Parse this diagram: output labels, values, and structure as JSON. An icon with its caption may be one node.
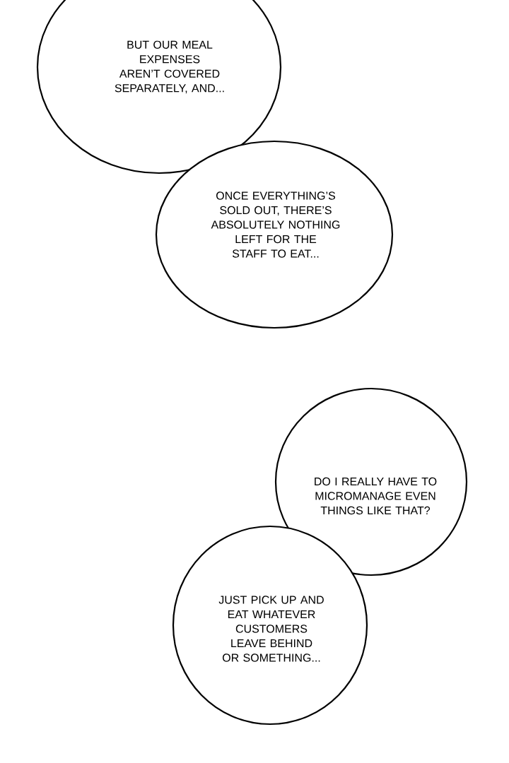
{
  "diagram": {
    "nodes": [
      {
        "text": [
          "BUT OUR MEAL EXPENSES AREN’T COVERED SEPARATELY, AND..."
        ]
      },
      {
        "text": [
          "ONCE EVERYTHING’S SOLD OUT, THERE’S ABSOLUTELY NOTHING LEFT FOR THE STAFF TO EAT..."
        ]
      },
      {
        "text": [
          "DO I REALLY HAVE TO MICROMANAGE EVEN THINGS LIKE THAT?"
        ]
      },
      {
        "text": [
          "JUST PICK UP AND EAT WHATEVER CUSTOMERS LEAVE BEHIND OR SOMETHING..."
        ]
      }
    ]
  }
}
